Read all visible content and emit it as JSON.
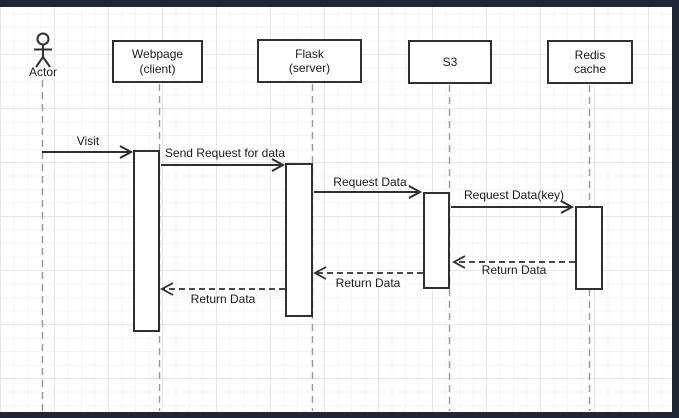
{
  "window": {
    "frame_color": "#202634",
    "canvas_background": "#ffffff"
  },
  "colors": {
    "shape_stroke": "#303030",
    "shape_fill": "#ffffff",
    "lifeline_gray": "#9a9a9a",
    "text": "#1a1a1a",
    "grid_minor": "#f4f4f4",
    "grid_major": "#e7e7e7"
  },
  "diagram": {
    "type": "uml-sequence",
    "participants": [
      {
        "name": "Actor",
        "kind": "actor"
      },
      {
        "name": "Webpage\n(client)",
        "kind": "box"
      },
      {
        "name": "Flask\n(server)",
        "kind": "box"
      },
      {
        "name": "S3",
        "kind": "box"
      },
      {
        "name": "Redis\ncache",
        "kind": "box"
      }
    ],
    "messages": [
      {
        "label": "Visit",
        "from": "Actor",
        "to": "Webpage (client)",
        "style": "solid"
      },
      {
        "label": "Send Request for data",
        "from": "Webpage (client)",
        "to": "Flask (server)",
        "style": "solid"
      },
      {
        "label": "Request Data",
        "from": "Flask (server)",
        "to": "S3",
        "style": "solid"
      },
      {
        "label": "Request Data(key)",
        "from": "S3",
        "to": "Redis cache",
        "style": "solid"
      },
      {
        "label": "Return Data",
        "from": "Redis cache",
        "to": "S3",
        "style": "dashed"
      },
      {
        "label": "Return Data",
        "from": "S3",
        "to": "Flask (server)",
        "style": "dashed"
      },
      {
        "label": "Return Data",
        "from": "Flask (server)",
        "to": "Webpage (client)",
        "style": "dashed"
      }
    ]
  }
}
